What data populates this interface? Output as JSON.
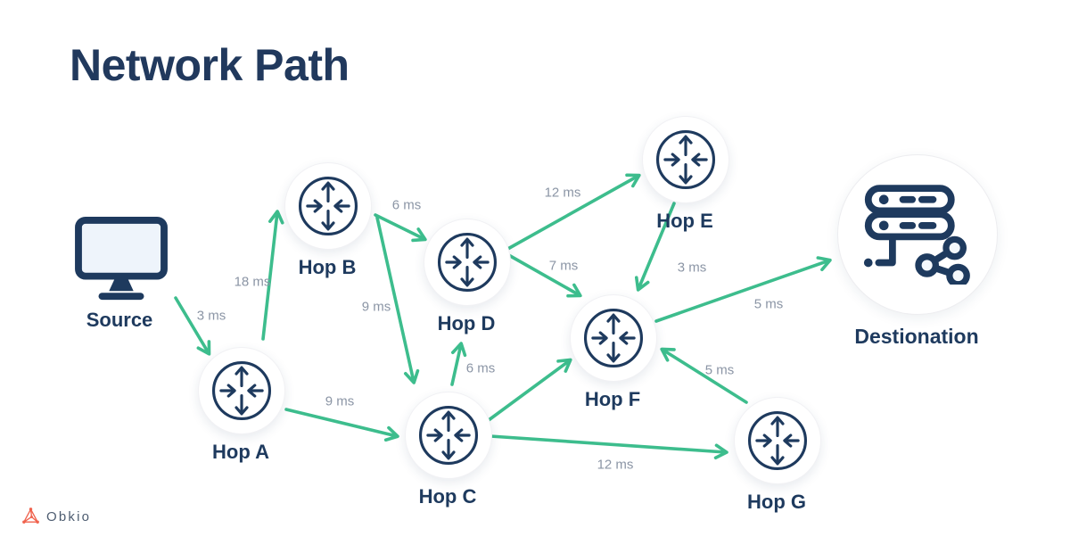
{
  "title": "Network Path",
  "brand": {
    "name": "Obkio"
  },
  "colors": {
    "accent_green": "#3dbd8d",
    "navy": "#1e3a5e",
    "latency_gray": "#8b95a5",
    "screen_fill": "#eef4fb",
    "logo_orange": "#f0624d"
  },
  "nodes": {
    "source": {
      "label": "Source",
      "type": "monitor"
    },
    "hopA": {
      "label": "Hop A",
      "type": "router"
    },
    "hopB": {
      "label": "Hop B",
      "type": "router"
    },
    "hopC": {
      "label": "Hop C",
      "type": "router"
    },
    "hopD": {
      "label": "Hop D",
      "type": "router"
    },
    "hopE": {
      "label": "Hop E",
      "type": "router"
    },
    "hopF": {
      "label": "Hop F",
      "type": "router"
    },
    "hopG": {
      "label": "Hop G",
      "type": "router"
    },
    "destination": {
      "label": "Destionation",
      "type": "server"
    }
  },
  "edges": [
    {
      "from": "Source",
      "to": "Hop A",
      "latency": "3 ms"
    },
    {
      "from": "Hop A",
      "to": "Hop B",
      "latency": "18 ms"
    },
    {
      "from": "Hop B",
      "to": "Hop D",
      "latency": "6 ms"
    },
    {
      "from": "Hop B",
      "to": "Hop C",
      "latency": "9 ms"
    },
    {
      "from": "Hop A",
      "to": "Hop C",
      "latency": "9 ms"
    },
    {
      "from": "Hop C",
      "to": "Hop D",
      "latency": "6 ms"
    },
    {
      "from": "Hop D",
      "to": "Hop E",
      "latency": "12 ms"
    },
    {
      "from": "Hop D",
      "to": "Hop F",
      "latency": "7 ms"
    },
    {
      "from": "Hop E",
      "to": "Hop F",
      "latency": "3 ms"
    },
    {
      "from": "Hop C",
      "to": "Hop F",
      "latency": ""
    },
    {
      "from": "Hop F",
      "to": "Destionation",
      "latency": "5 ms"
    },
    {
      "from": "Hop G",
      "to": "Hop F",
      "latency": "5 ms"
    },
    {
      "from": "Hop C",
      "to": "Hop G",
      "latency": "12 ms"
    }
  ]
}
